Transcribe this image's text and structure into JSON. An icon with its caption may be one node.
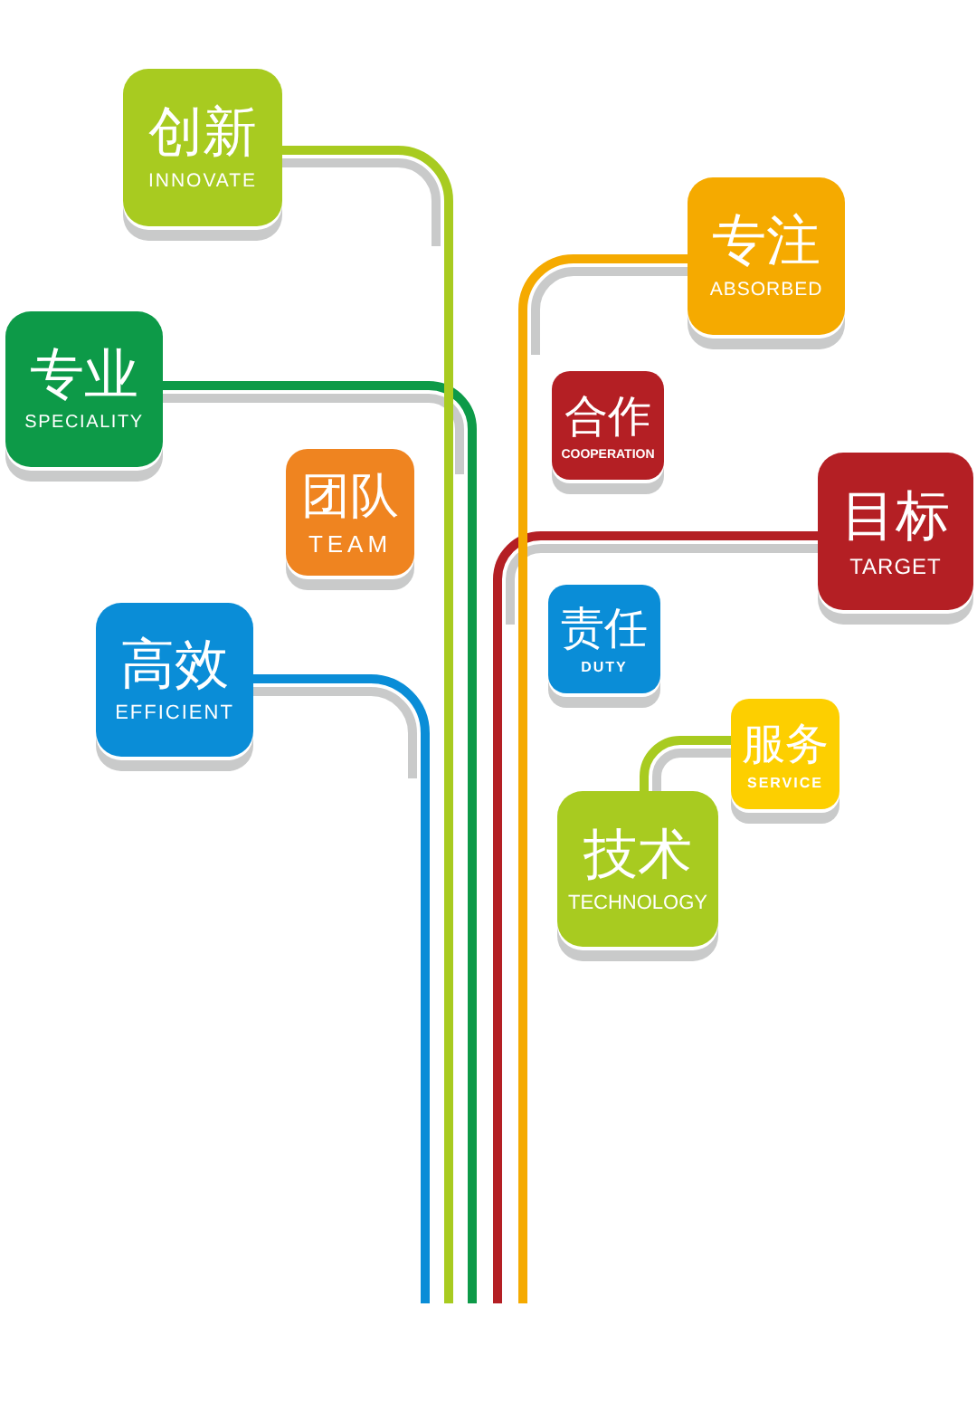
{
  "diagram": {
    "nodes": [
      {
        "text": [
          "创新",
          "INNOVATE"
        ]
      },
      {
        "text": [
          "专注",
          "ABSORBED"
        ]
      },
      {
        "text": [
          "专业",
          "SPECIALITY"
        ]
      },
      {
        "text": [
          "合作",
          "COOPERATION"
        ]
      },
      {
        "text": [
          "团队",
          "TEAM"
        ]
      },
      {
        "text": [
          "目标",
          "TARGET"
        ]
      },
      {
        "text": [
          "高效",
          "EFFICIENT"
        ]
      },
      {
        "text": [
          "责任",
          "DUTY"
        ]
      },
      {
        "text": [
          "服务",
          "SERVICE"
        ]
      },
      {
        "text": [
          "技术",
          "TECHNOLOGY"
        ]
      }
    ],
    "edges": [
      {
        "from": null,
        "to": 0,
        "arrow": "none",
        "color": "#a8cb20"
      },
      {
        "from": null,
        "to": 1,
        "arrow": "none",
        "color": "#f5aa00"
      },
      {
        "from": null,
        "to": 2,
        "arrow": "none",
        "color": "#0d9a48"
      },
      {
        "from": null,
        "to": 5,
        "arrow": "none",
        "color": "#b41f24"
      },
      {
        "from": null,
        "to": 6,
        "arrow": "none",
        "color": "#0a8dd7"
      },
      {
        "from": 8,
        "to": 9,
        "arrow": "none",
        "color": "#a8cb20"
      }
    ]
  }
}
